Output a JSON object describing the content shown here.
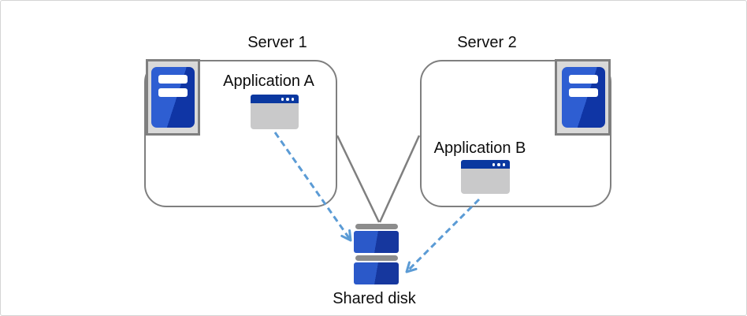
{
  "servers": [
    {
      "label": "Server 1",
      "application": "Application A"
    },
    {
      "label": "Server 2",
      "application": "Application B"
    }
  ],
  "shared_disk_label": "Shared disk",
  "colors": {
    "server_blue_light": "#2e5ed2",
    "server_blue_dark": "#0f35a5",
    "window_titlebar_blue": "#0a38a0",
    "window_body_gray": "#c9c9ca",
    "disk_blue_light": "#2b59c9",
    "disk_blue_dark": "#16379e",
    "disk_bar_gray": "#8c8c8c",
    "connector_gray": "#7f7f7f",
    "arrow_blue": "#5b9bd5",
    "label_black": "#0d0d0d"
  }
}
